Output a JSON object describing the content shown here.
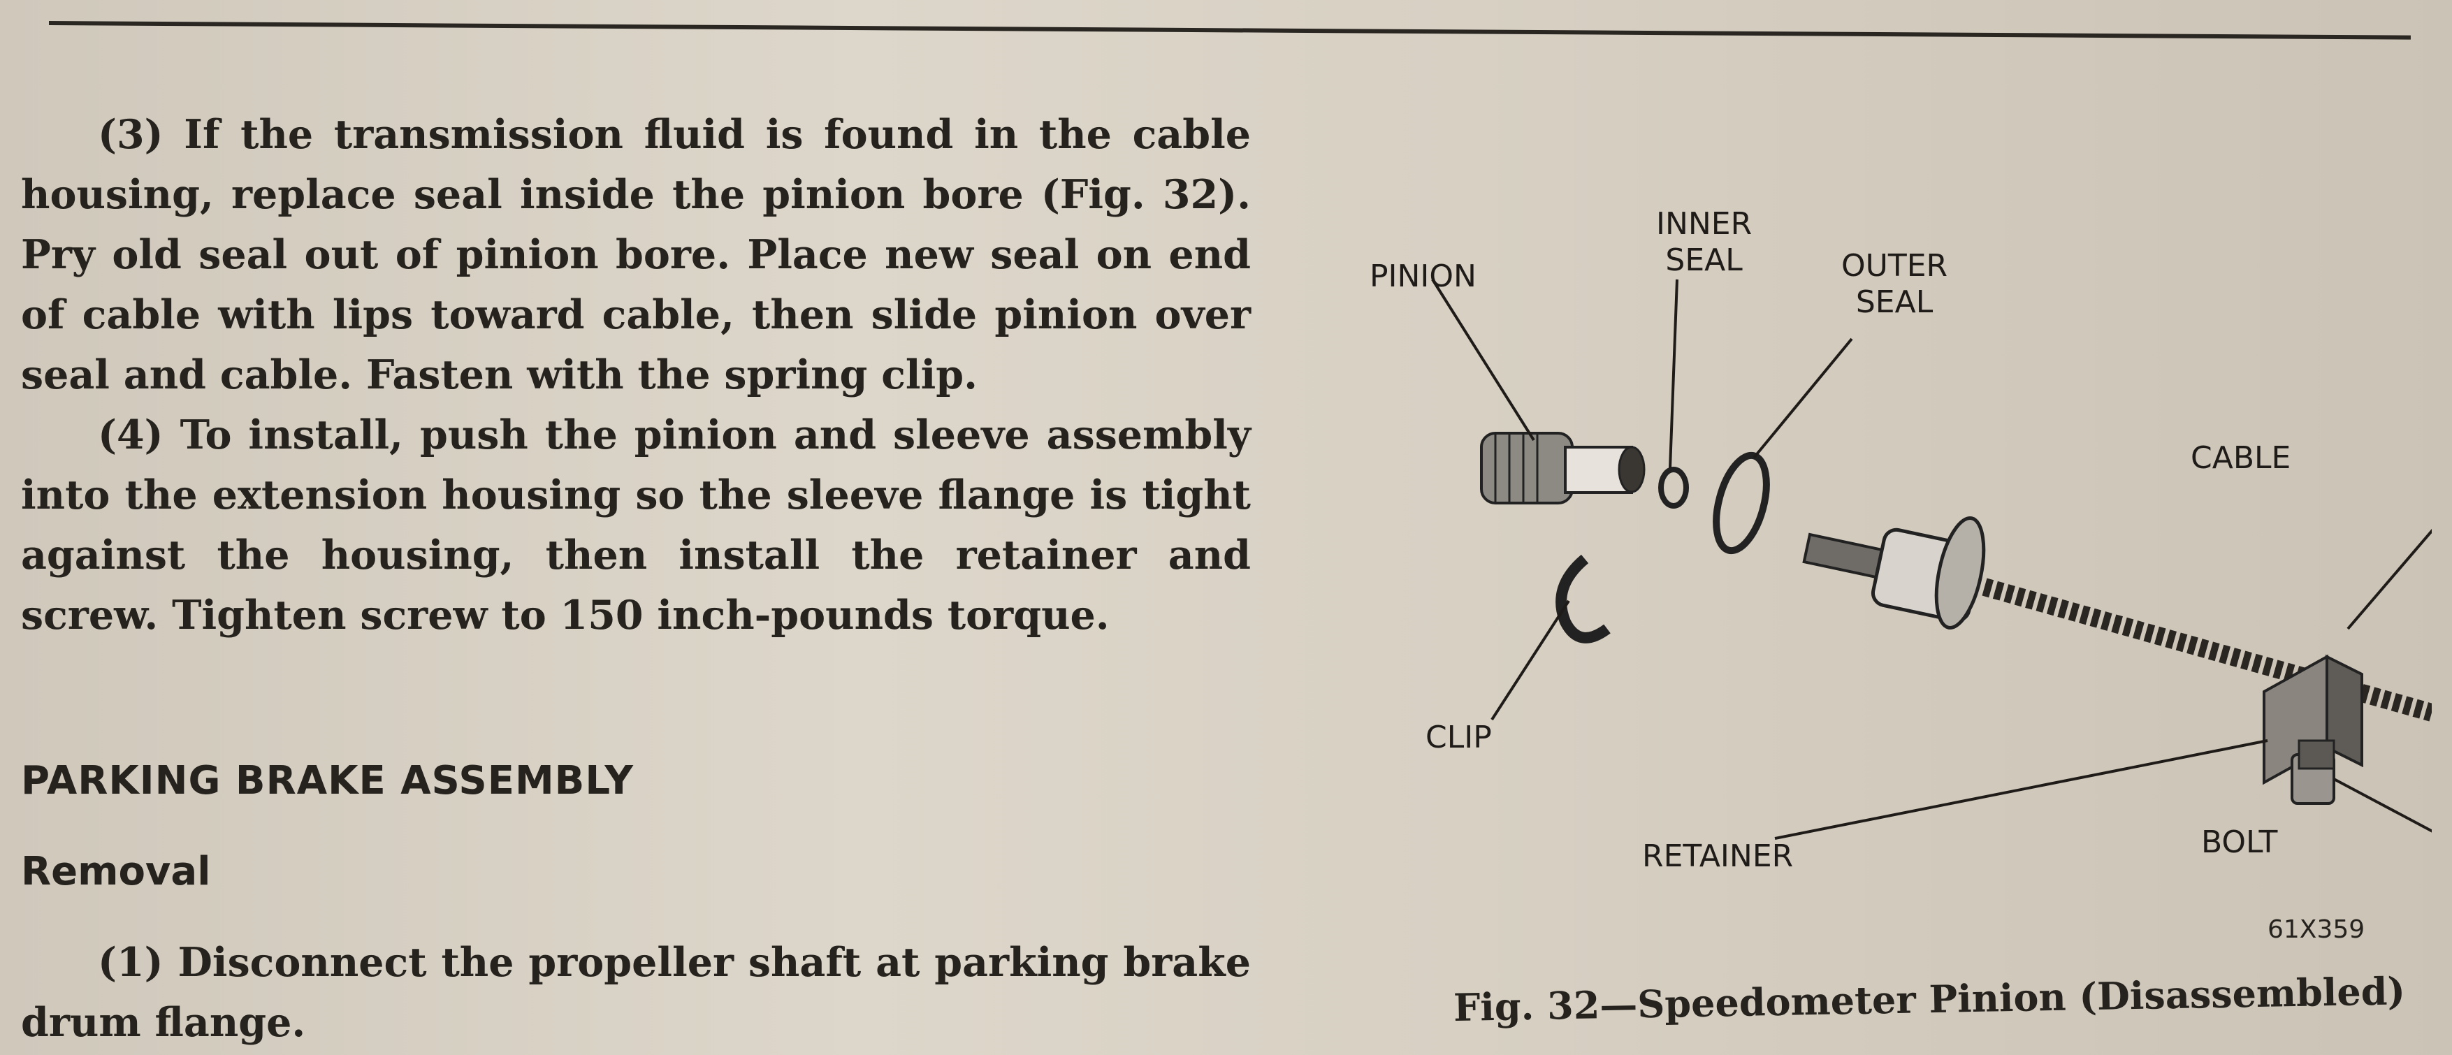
{
  "paragraphs": {
    "p3": "(3) If the transmission fluid is found in the cable housing, replace seal inside the pinion bore (Fig. 32). Pry old seal out of pinion bore. Place new seal on end of cable with lips toward cable, then slide pinion over seal and cable. Fasten with the spring clip.",
    "p4": "(4) To install, push the pinion and sleeve assembly into the extension housing so the sleeve flange is tight against the housing, then install the retainer and screw. Tighten screw to 150 inch-pounds torque.",
    "p1": "(1) Disconnect the propeller shaft at parking brake drum flange."
  },
  "headings": {
    "section": "PARKING BRAKE ASSEMBLY",
    "sub": "Removal"
  },
  "figure": {
    "labels": {
      "pinion": "PINION",
      "inner_seal_1": "INNER",
      "inner_seal_2": "SEAL",
      "outer_seal_1": "OUTER",
      "outer_seal_2": "SEAL",
      "cable": "CABLE",
      "clip": "CLIP",
      "retainer": "RETAINER",
      "bolt": "BOLT"
    },
    "code": "61X359",
    "caption": "Fig. 32—Speedometer Pinion (Disassembled)"
  }
}
